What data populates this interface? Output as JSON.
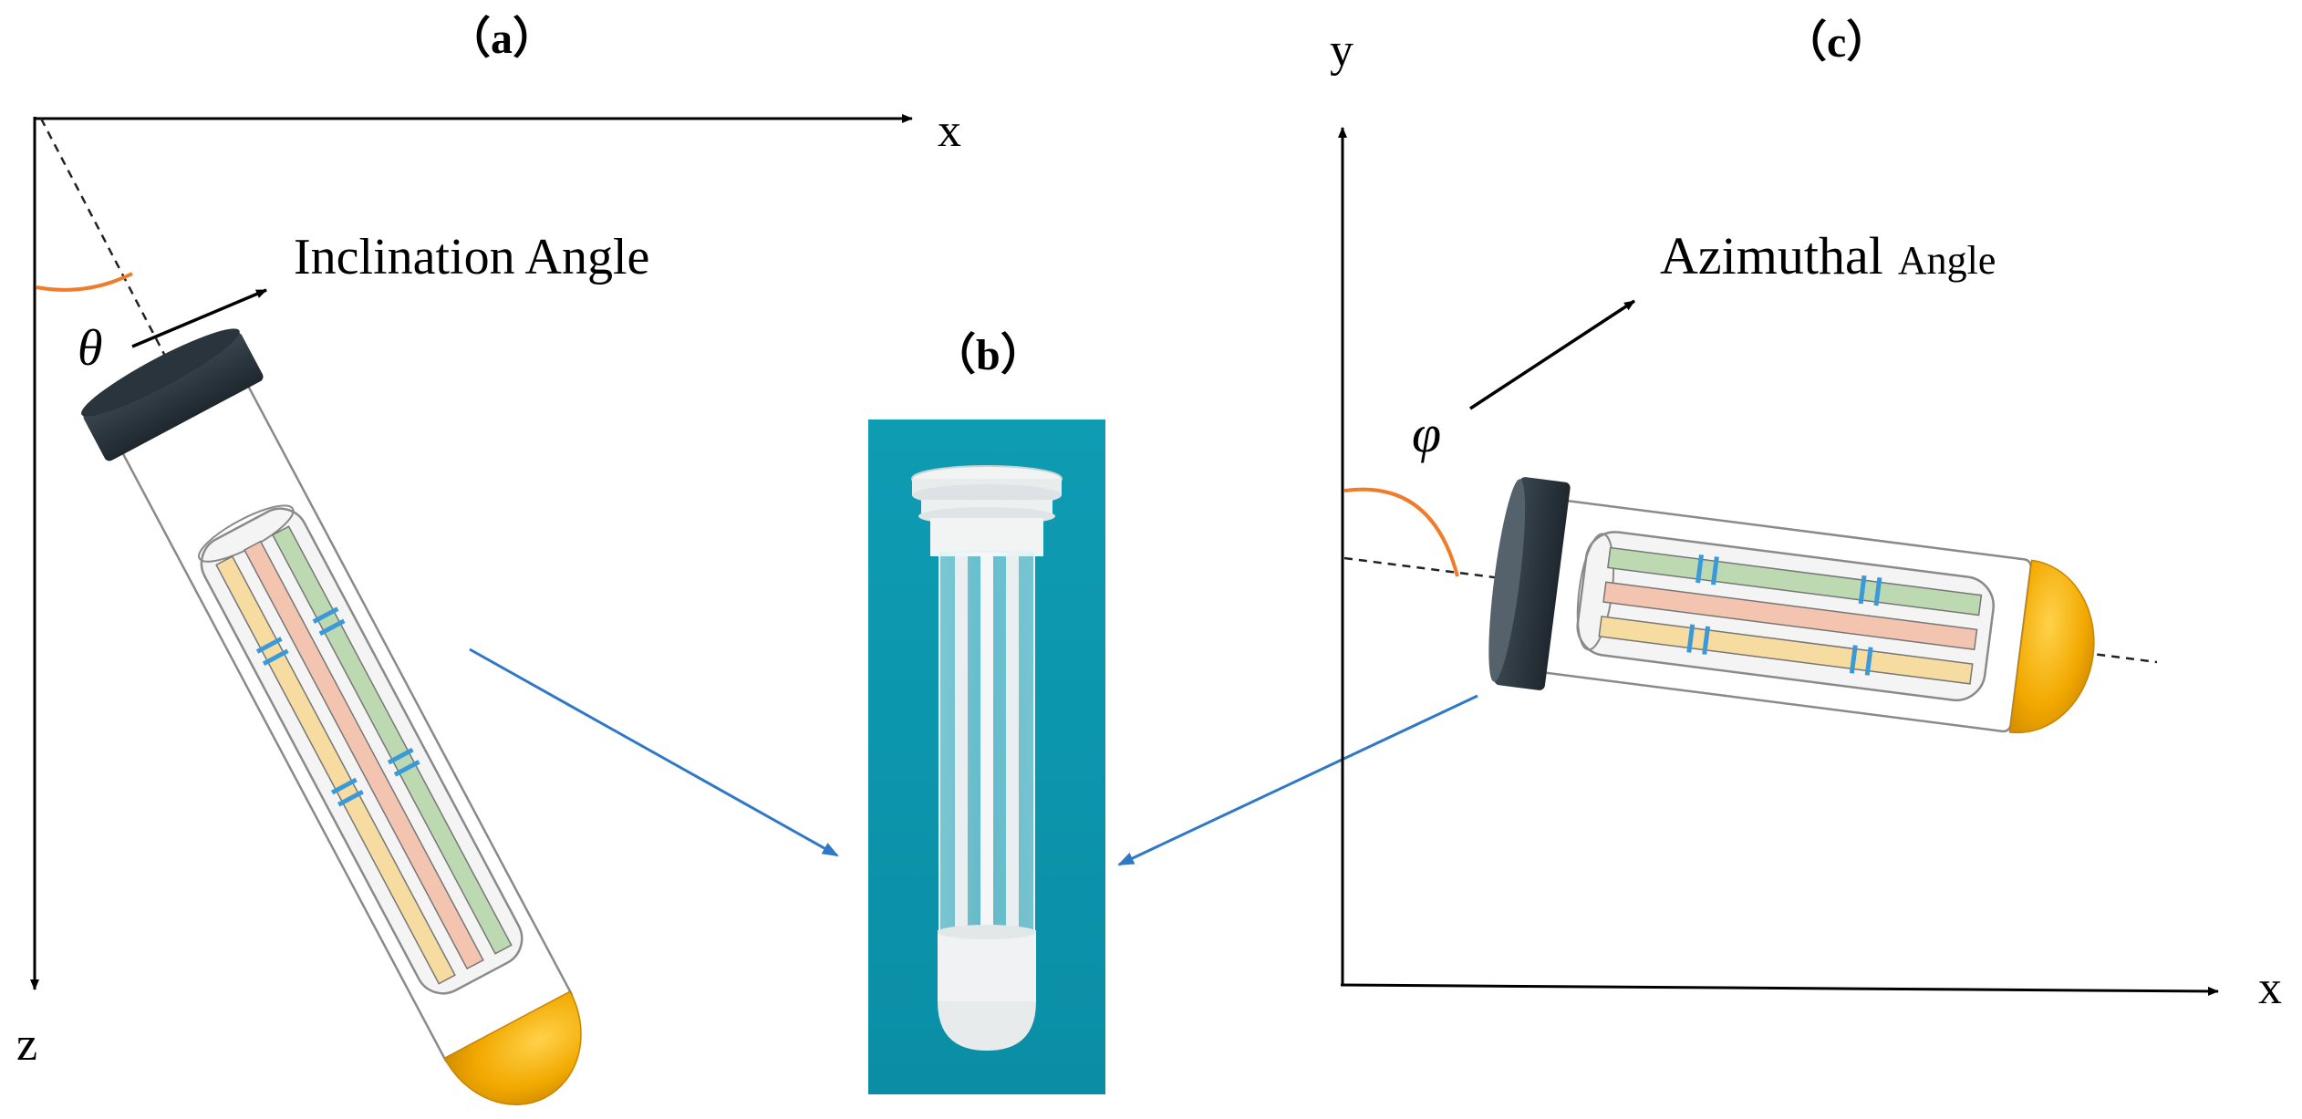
{
  "panels": {
    "a": {
      "label": "（a）",
      "axis_x": "x",
      "axis_z": "z",
      "angle_symbol": "θ",
      "angle_name": "Inclination Angle"
    },
    "b": {
      "label": "（b）"
    },
    "c": {
      "label": "（c）",
      "axis_x": "x",
      "axis_y": "y",
      "angle_symbol": "φ",
      "angle_name_main": "Azimuthal",
      "angle_name_small": "Angle"
    }
  },
  "colors": {
    "cap_dark": "#263038",
    "tip_orange": "#f2a900",
    "arc_orange": "#f07c2a",
    "rod_green": "#bcd9b2",
    "rod_pink": "#f3c4b0",
    "rod_yellow": "#f6dca0",
    "ring_blue": "#3a9ad9",
    "pointer_blue": "#2f78c8",
    "render_bg": "#0e97ae"
  }
}
